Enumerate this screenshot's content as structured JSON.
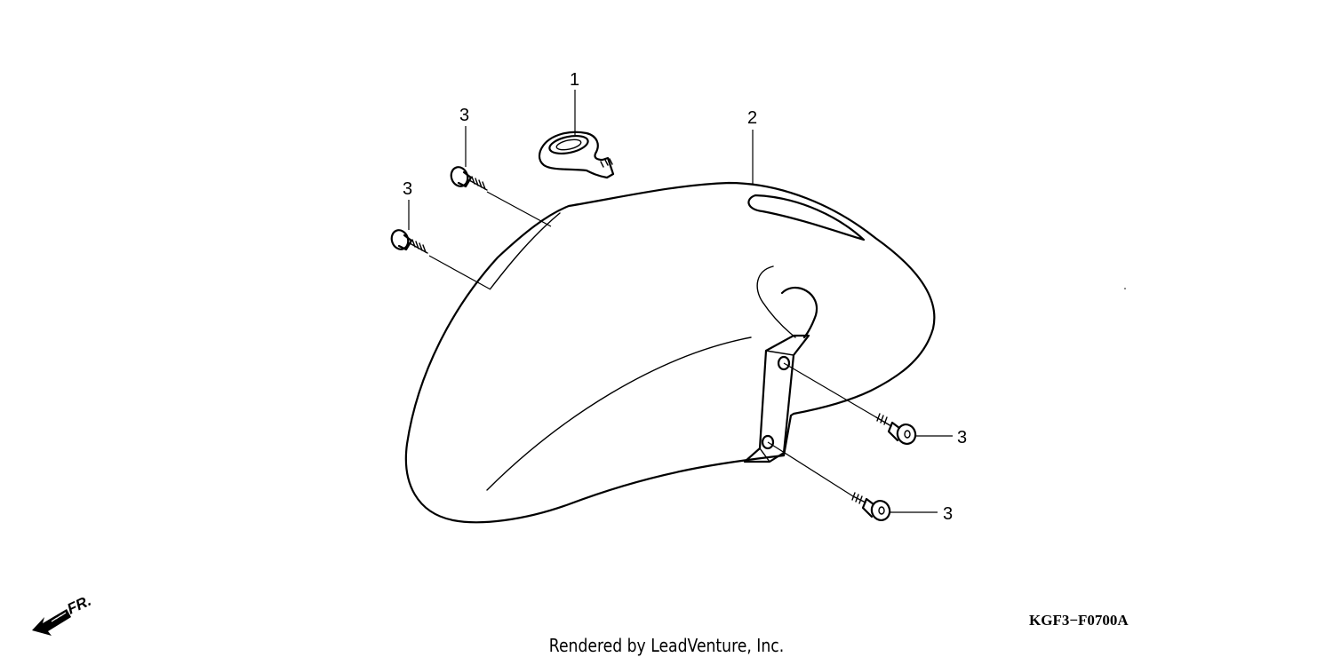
{
  "diagram": {
    "callouts": {
      "c1": "1",
      "c2": "2",
      "c3a": "3",
      "c3b": "3",
      "c3c": "3",
      "c3d": "3"
    },
    "code": "KGF3−F0700A",
    "direction": "FR.",
    "credit": "Rendered by LeadVenture, Inc."
  }
}
